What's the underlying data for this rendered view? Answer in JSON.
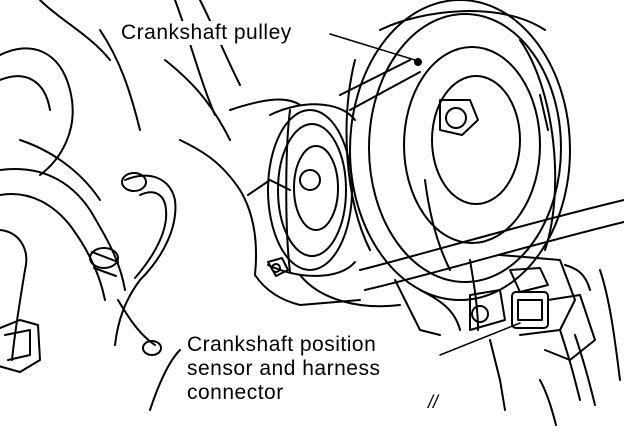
{
  "diagram": {
    "callouts": {
      "crankshaft_pulley": "Crankshaft pulley",
      "sensor_line1": "Crankshaft position",
      "sensor_line2": "sensor and harness",
      "sensor_line3": "connector"
    },
    "figure_mark": "//"
  }
}
